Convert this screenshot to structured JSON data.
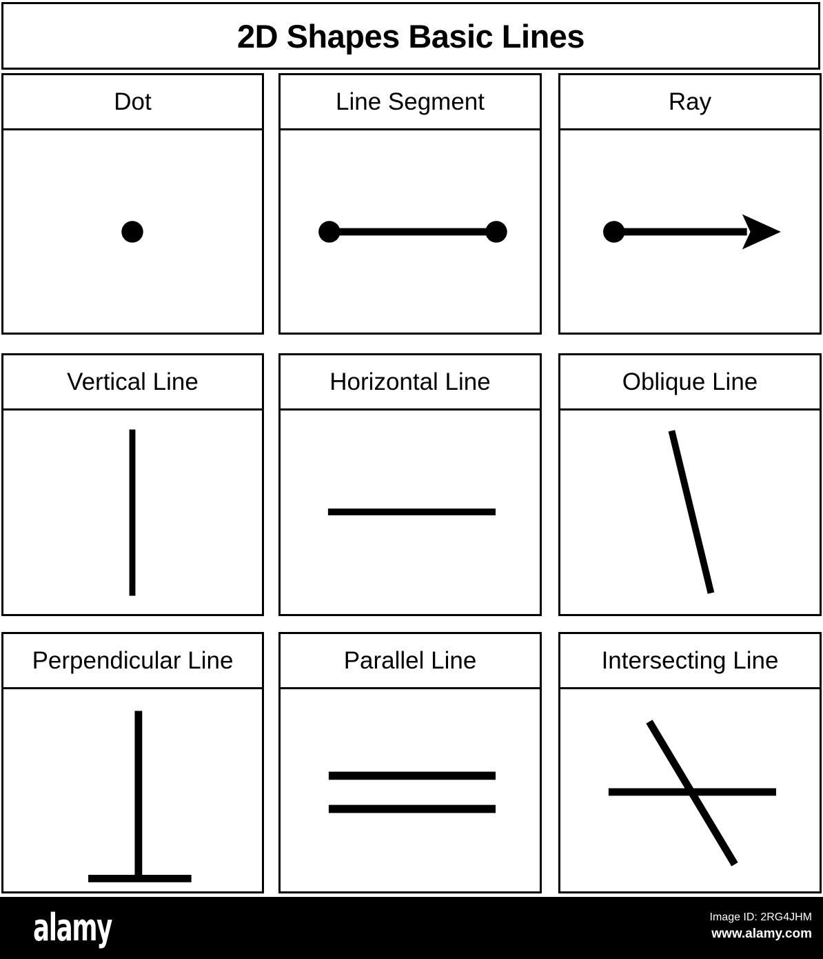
{
  "title": "2D Shapes Basic Lines",
  "colors": {
    "ink": "#000000",
    "paper": "#ffffff",
    "footer_bg": "#000000",
    "footer_text": "#ffffff"
  },
  "cells": [
    {
      "label": "Dot",
      "figure": "dot"
    },
    {
      "label": "Line Segment",
      "figure": "line-segment"
    },
    {
      "label": "Ray",
      "figure": "ray"
    },
    {
      "label": "Vertical Line",
      "figure": "vertical-line"
    },
    {
      "label": "Horizontal Line",
      "figure": "horizontal-line"
    },
    {
      "label": "Oblique Line",
      "figure": "oblique-line"
    },
    {
      "label": "Perpendicular Line",
      "figure": "perpendicular-line"
    },
    {
      "label": "Parallel Line",
      "figure": "parallel-line"
    },
    {
      "label": "Intersecting Line",
      "figure": "intersecting-line"
    }
  ],
  "footer": {
    "logo": "alamy",
    "image_id": "Image ID: 2RG4JHM",
    "url": "www.alamy.com"
  }
}
